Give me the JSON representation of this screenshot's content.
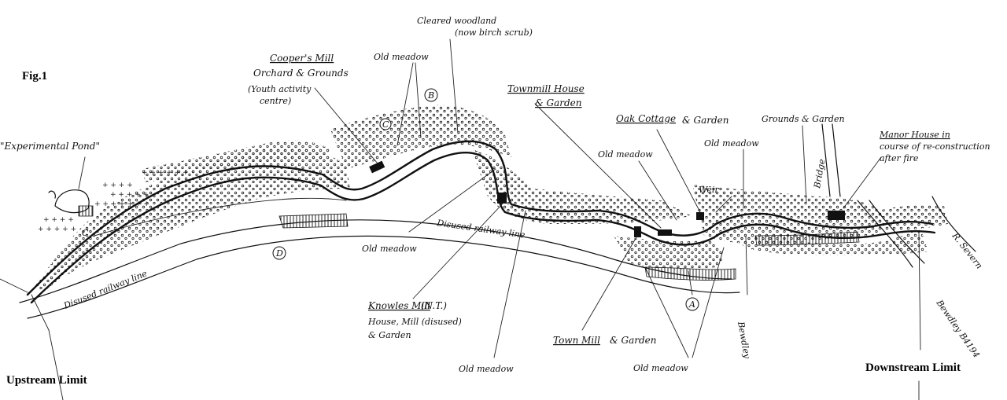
{
  "figure": {
    "label": "Fig.1"
  },
  "limits": {
    "upstream": "Upstream Limit",
    "downstream": "Downstream Limit"
  },
  "labels": {
    "experimental_pond": "\"Experimental Pond\"",
    "coopers_mill": "Cooper's Mill",
    "coopers_mill_sub": "Orchard & Grounds",
    "youth_centre_1": "(Youth activity",
    "youth_centre_2": "centre)",
    "old_meadow_top": "Old meadow",
    "cleared_woodland_1": "Cleared woodland",
    "cleared_woodland_2": "(now birch scrub)",
    "townmill_house_1": "Townmill House",
    "townmill_house_2": "& Garden",
    "oak_cottage": "Oak Cottage",
    "oak_cottage_sub": "& Garden",
    "grounds_garden": "Grounds & Garden",
    "manor_house_1": "Manor House in",
    "manor_house_2": "course of re-construction",
    "manor_house_3": "after fire",
    "old_meadow_mid": "Old meadow",
    "old_meadow_right": "Old meadow",
    "weir": "Weir",
    "old_meadow_left": "Old meadow",
    "disused_railway_left": "Disused railway line",
    "disused_railway_mid": "Disused railway line",
    "knowles_mill_1": "Knowles Mill",
    "knowles_mill_1b": "(N.T.)",
    "knowles_mill_2": "House, Mill (disused)",
    "knowles_mill_3": "& Garden",
    "town_mill": "Town Mill",
    "town_mill_sub": "& Garden",
    "old_meadow_bottom_left": "Old meadow",
    "old_meadow_bottom_right": "Old meadow",
    "bewdley_road": "Bewdley",
    "bewdley_b4194": "Bewdley B4194",
    "r_severn": "R. Severn",
    "bridge_right": "Bridge"
  },
  "markers": {
    "a": "A",
    "b": "B",
    "c_top": "C",
    "c_left": "C",
    "d": "D"
  }
}
